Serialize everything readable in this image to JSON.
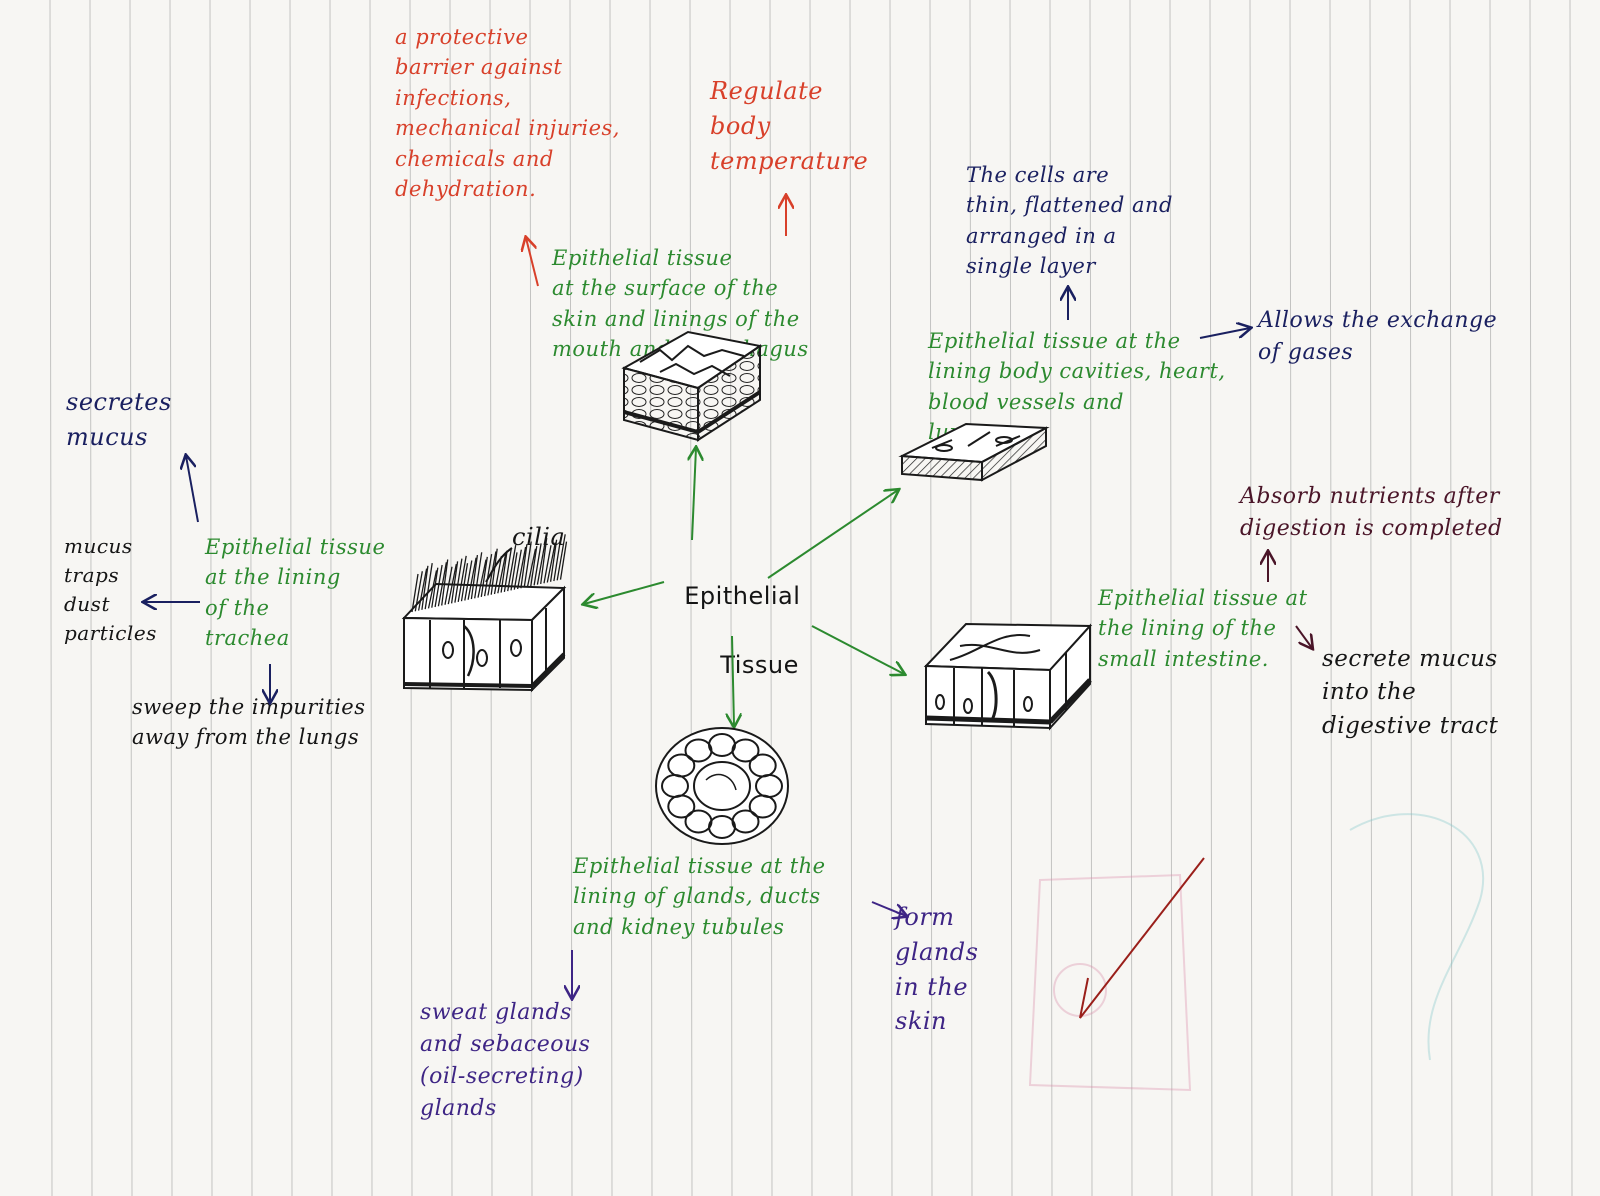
{
  "center": {
    "line1": "Epithelial",
    "line2": "Tissue"
  },
  "branches": {
    "skin": {
      "label": "Epithelial tissue\nat the surface of the\nskin and linings of the\nmouth and oesophagus",
      "function_1": "a protective\nbarrier against\ninfections,\nmechanical injuries,\nchemicals and\ndehydration.",
      "function_2": "Regulate\nbody\ntemperature"
    },
    "body_cavities": {
      "label": "Epithelial tissue at the\nlining body cavities, heart,\nblood vessels and\nlungs.",
      "structure_note": "The cells are\nthin, flattened and\narranged in a\nsingle layer",
      "function": "Allows the exchange\nof gases"
    },
    "small_intestine": {
      "label": "Epithelial tissue at\nthe lining of the\nsmall intestine.",
      "function_1": "Absorb nutrients after\ndigestion is completed",
      "function_2": "secrete mucus\ninto the\ndigestive tract"
    },
    "glands": {
      "label": "Epithelial tissue at the\nlining of glands, ducts\nand kidney tubules",
      "function_1": "form\nglands\nin the\nskin",
      "function_2": "sweat glands\nand sebaceous\n(oil-secreting)\nglands"
    },
    "trachea": {
      "label": "Epithelial tissue\nat the lining\nof the\ntrachea",
      "cilia_label": "cilia",
      "function_1": "secretes\nmucus",
      "function_2": "mucus\ntraps\ndust\nparticles",
      "function_3": "sweep the impurities\naway from the lungs"
    }
  },
  "colors": {
    "paper": "#f7f6f3",
    "ruled_line": "#9a9a9a",
    "red_ink": "#d8402a",
    "green_ink": "#2c8a2f",
    "navy_ink": "#1a2060",
    "maroon_ink": "#4a1528",
    "purple_ink": "#3e2585"
  }
}
